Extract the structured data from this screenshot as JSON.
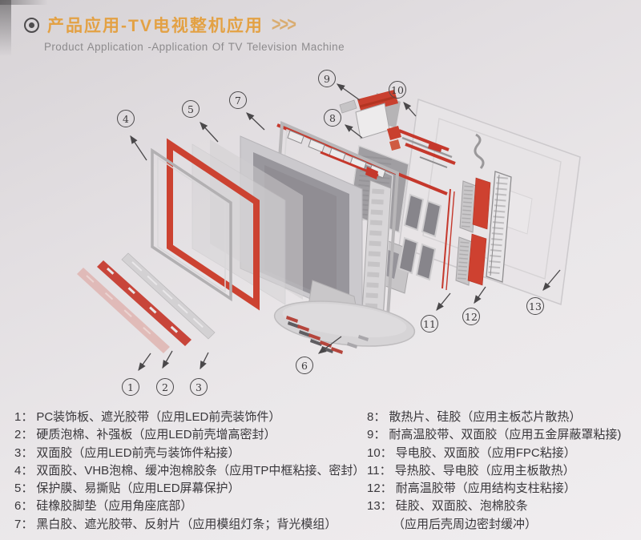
{
  "header": {
    "title_zh": "产品应用-TV电视整机应用",
    "title_arrows": ">>>",
    "subtitle_en": "Product Application -Application Of TV Television Machine"
  },
  "diagram": {
    "callouts": [
      "1",
      "2",
      "3",
      "4",
      "5",
      "6",
      "7",
      "8",
      "9",
      "10",
      "11",
      "12",
      "13"
    ]
  },
  "legend": {
    "left": [
      {
        "label": "1：",
        "text": "PC装饰板、遮光胶带（应用LED前壳装饰件）"
      },
      {
        "label": "2：",
        "text": "硬质泡棉、补强板（应用LED前壳增高密封）"
      },
      {
        "label": "3：",
        "text": "双面胶（应用LED前壳与装饰件粘接）"
      },
      {
        "label": "4：",
        "text": "双面胶、VHB泡棉、缓冲泡棉胶条（应用TP中框粘接、密封）"
      },
      {
        "label": "5：",
        "text": "保护膜、易撕贴（应用LED屏幕保护）"
      },
      {
        "label": "6：",
        "text": "硅橡胶脚垫（应用角座底部）"
      },
      {
        "label": "7：",
        "text": "黑白胶、遮光胶带、反射片（应用模组灯条；背光模组）"
      }
    ],
    "right": [
      {
        "label": "8：",
        "text": "散热片、硅胶（应用主板芯片散热）"
      },
      {
        "label": "9：",
        "text": "耐高温胶带、双面胶（应用五金屏蔽罩粘接)"
      },
      {
        "label": "10：",
        "text": "导电胶、双面胶（应用FPC粘接）"
      },
      {
        "label": "11：",
        "text": "导热胶、导电胶（应用主板散热）"
      },
      {
        "label": "12：",
        "text": "耐高温胶带（应用结构支柱粘接）"
      },
      {
        "label": "13：",
        "text": "硅胶、双面胶、泡棉胶条",
        "text2": "（应用后壳周边密封缓冲）"
      }
    ]
  },
  "colors": {
    "accent_red": "#c5382c",
    "title_orange": "#e3a144",
    "text_dark": "#3a383c"
  }
}
